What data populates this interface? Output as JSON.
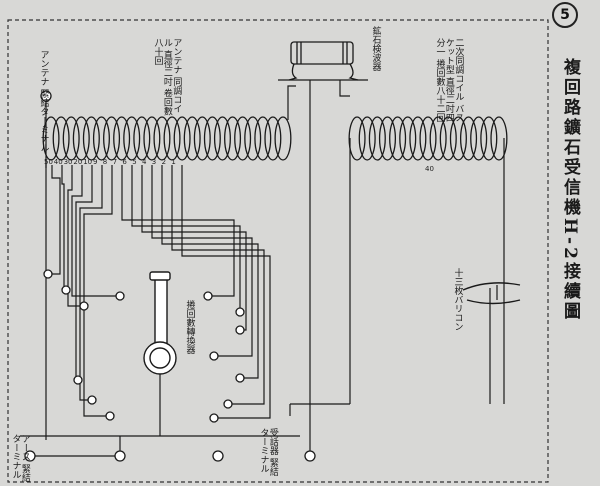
{
  "page_number": "5",
  "title": "複回路鑛石受信機H-2接續圖",
  "labels": {
    "antenna_terminal": "アンテナ 緊結ターミナル",
    "antenna_coil": "アンテナ 同調コイル 直徑二吋 卷回數八十回",
    "detector": "鉱石検波器",
    "secondary_coil": "二次同調コイル バスケット型 直徑二吋四分一 捲回數八十二回",
    "switch": "捲回數轉換器",
    "condenser": "十三枚バリコン",
    "earth_terminal": "アース 緊結ターミナル",
    "receiver_terminal": "受話器 緊結ターミナル"
  },
  "tap_numbers": [
    "50",
    "40",
    "30",
    "20",
    "10",
    "9",
    "8",
    "7",
    "6",
    "5",
    "4",
    "3",
    "2",
    "1"
  ],
  "tap_secondary": "40"
}
